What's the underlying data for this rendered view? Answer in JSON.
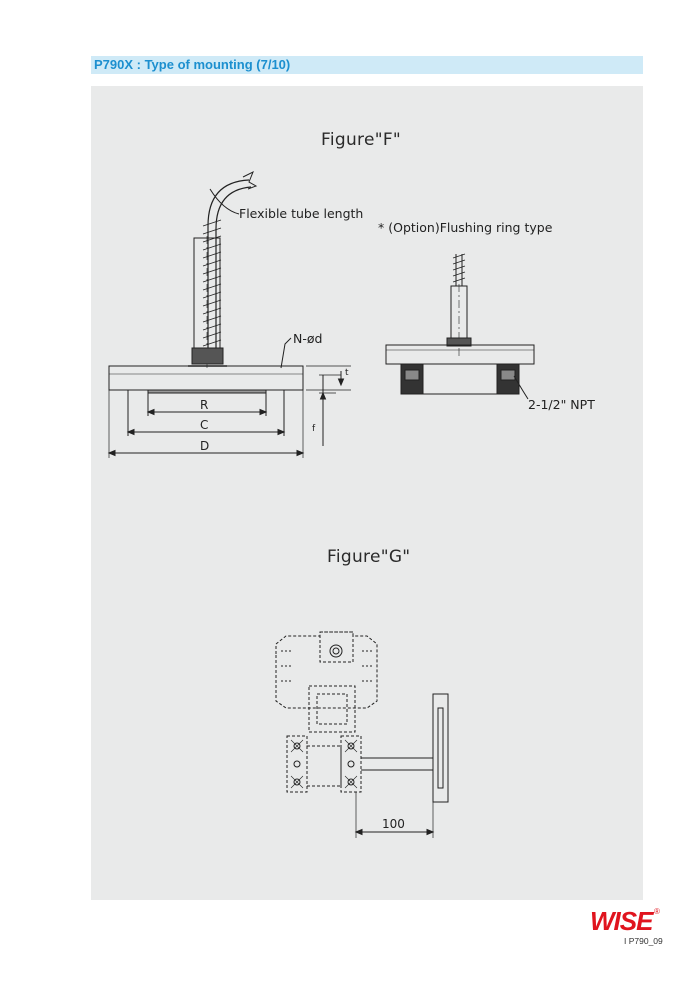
{
  "header": {
    "title": "P790X : Type of mounting (7/10)"
  },
  "figure_f": {
    "title": "Figure\"F\"",
    "flexible_tube_label": "Flexible tube length",
    "flushing_ring_label": "* (Option)Flushing ring type",
    "hole_label": "N-ød",
    "npt_label": "2-1/2\" NPT",
    "dim_r": "R",
    "dim_c": "C",
    "dim_d": "D",
    "dim_t": "t",
    "dim_f": "f"
  },
  "figure_g": {
    "title": "Figure\"G\"",
    "dim_100": "100"
  },
  "footer": {
    "logo_text": "WISE",
    "registered_mark": "®",
    "page_code": "I P790_09",
    "brand_color": "#e0141e"
  },
  "colors": {
    "header_bar": "#cfeaf7",
    "header_text": "#1c8fcf",
    "panel_bg": "#e9eaea"
  }
}
